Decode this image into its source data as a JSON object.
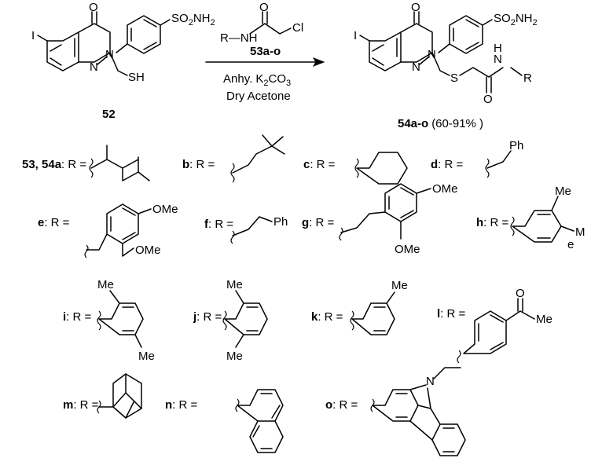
{
  "reaction": {
    "reagent_id": "53a-o",
    "conditions": [
      "Anhy. K",
      "2",
      "CO",
      "3",
      "Dry Acetone"
    ],
    "reactant_id": "52",
    "product_id": "54a-o",
    "yield": "(60-91% )"
  },
  "atoms": {
    "I": "I",
    "O": "O",
    "N": "N",
    "NH": "NH",
    "H": "H",
    "Cl": "Cl",
    "SH": "SH",
    "S": "S",
    "R": "R",
    "R_dash": "R—NH",
    "SO2NH2": [
      "SO",
      "2",
      "NH",
      "2"
    ]
  },
  "r_groups": [
    {
      "id": "53, 54a",
      "sep": ": R ="
    },
    {
      "id": "b",
      "sep": ": R ="
    },
    {
      "id": "c",
      "sep": ": R ="
    },
    {
      "id": "d",
      "sep": ": R =",
      "sub": [
        "Ph"
      ]
    },
    {
      "id": "e",
      "sep": ": R =",
      "sub": [
        "OMe",
        "OMe"
      ]
    },
    {
      "id": "f",
      "sep": ": R =",
      "sub": [
        "Ph"
      ]
    },
    {
      "id": "g",
      "sep": ": R =",
      "sub": [
        "OMe",
        "OMe"
      ]
    },
    {
      "id": "h",
      "sep": ": R =",
      "sub": [
        "Me",
        "M",
        "e"
      ]
    },
    {
      "id": "i",
      "sep": ": R =",
      "sub": [
        "Me",
        "Me"
      ]
    },
    {
      "id": "j",
      "sep": ": R =",
      "sub": [
        "Me",
        "Me"
      ]
    },
    {
      "id": "k",
      "sep": ": R =",
      "sub": [
        "Me"
      ]
    },
    {
      "id": "l",
      "sep": ": R =",
      "sub": [
        "O",
        "Me"
      ]
    },
    {
      "id": "m",
      "sep": ": R ="
    },
    {
      "id": "n",
      "sep": ": R ="
    },
    {
      "id": "o",
      "sep": ": R =",
      "sub": [
        "N"
      ]
    }
  ]
}
